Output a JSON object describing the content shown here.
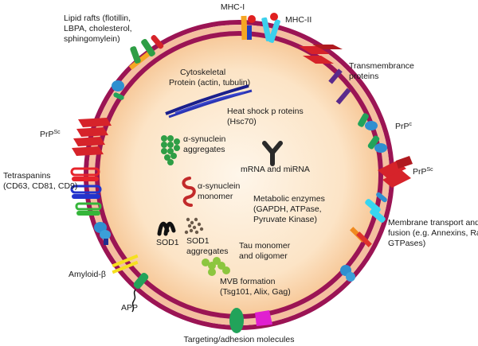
{
  "labels": {
    "mhc1": "MHC-I",
    "mhc2": "MHC-II",
    "lipid_rafts": [
      "Lipid rafts (flotillin,",
      "LBPA, cholesterol,",
      "sphingomylein)"
    ],
    "transmembrane": [
      "Transmembrance",
      "proteins"
    ],
    "cytoskeletal": [
      "Cytoskeletal",
      "Protein (actin, tubulin)"
    ],
    "heat_shock": [
      "Heat shock p roteins",
      "(Hsc70)"
    ],
    "prpsc_left": "PrP",
    "prpsc_left_sup": "Sc",
    "prpc": "PrP",
    "prpc_sup": "c",
    "prpsc_right": "PrP",
    "prpsc_right_sup": "Sc",
    "asyn_aggregates": [
      "α-synuclein",
      "aggregates"
    ],
    "mrna": "mRNA and miRNA",
    "tetraspanins": [
      "Tetraspanins",
      "(CD63, CD81, CD9)"
    ],
    "asyn_monomer": [
      "α-synuclein",
      "monomer"
    ],
    "metabolic": [
      "Metabolic enzymes",
      "(GAPDH, ATPase,",
      "Pyruvate Kinase)"
    ],
    "membrane_transport": [
      "Membrane transport and",
      "fusion (e.g. Annexins, Rab",
      "GTPases)"
    ],
    "sod1": "SOD1",
    "sod1_aggregates": [
      "SOD1",
      "aggregates"
    ],
    "tau": [
      "Tau monomer",
      "and oligomer"
    ],
    "amyloid": "Amyloid-β",
    "mvb": [
      "MVB formation",
      "(Tsg101, Alix, Gag)"
    ],
    "app": "APP",
    "targeting": "Targeting/adhesion molecules"
  },
  "colors": {
    "membrane": "#9b1454",
    "membrane_inner": "#f2b89b",
    "lumen_center": "#fef4e6",
    "lumen_edge": "#f9d7b0",
    "prion": "#d6232a",
    "tetraspanin_red": "#e6242b",
    "tetraspanin_blue": "#2233cc",
    "tetraspanin_green": "#35b53a",
    "annexin_cyan": "#38d6f0",
    "receptor_blue": "#2f8fd0",
    "adhesion_green": "#22a35a",
    "purple": "#5a2a8c",
    "orange": "#f08a1e",
    "lime": "#8cc63f",
    "magenta": "#e020d0"
  }
}
